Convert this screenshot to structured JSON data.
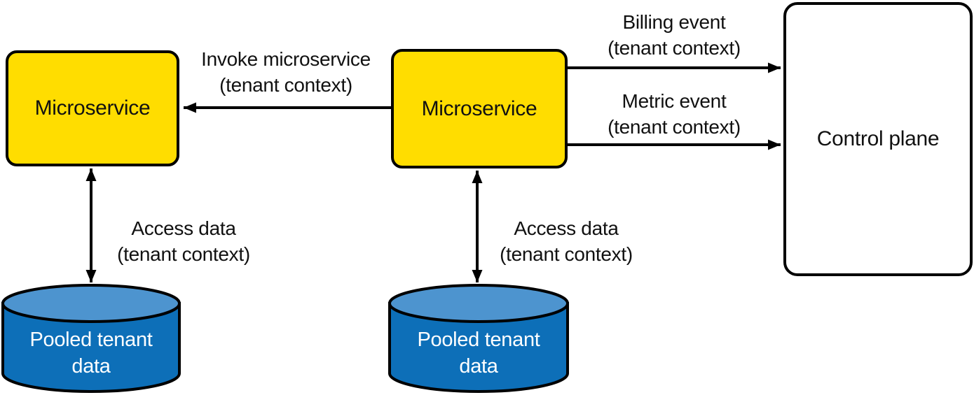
{
  "diagram": {
    "nodes": [
      {
        "id": "microservice-left",
        "type": "box",
        "label": "Microservice",
        "fill": "#FFDD00"
      },
      {
        "id": "microservice-right",
        "type": "box",
        "label": "Microservice",
        "fill": "#FFDD00"
      },
      {
        "id": "control-plane",
        "type": "box",
        "label": "Control plane",
        "fill": "#FFFFFF"
      },
      {
        "id": "pooled-data-left",
        "type": "cylinder",
        "label": "Pooled tenant\ndata",
        "fill": "#0D6FB8"
      },
      {
        "id": "pooled-data-right",
        "type": "cylinder",
        "label": "Pooled tenant\ndata",
        "fill": "#0D6FB8"
      }
    ],
    "edges": [
      {
        "id": "invoke",
        "from": "microservice-right",
        "to": "microservice-left",
        "label": "Invoke microservice\n(tenant context)",
        "arrows": "one-way"
      },
      {
        "id": "billing",
        "from": "microservice-right",
        "to": "control-plane",
        "label": "Billing event\n(tenant context)",
        "arrows": "one-way"
      },
      {
        "id": "metric",
        "from": "microservice-right",
        "to": "control-plane",
        "label": "Metric event\n(tenant context)",
        "arrows": "one-way"
      },
      {
        "id": "access-left",
        "from": "microservice-left",
        "to": "pooled-data-left",
        "label": "Access data\n(tenant context)",
        "arrows": "two-way"
      },
      {
        "id": "access-right",
        "from": "microservice-right",
        "to": "pooled-data-right",
        "label": "Access data\n(tenant context)",
        "arrows": "two-way"
      }
    ],
    "colors": {
      "node_yellow": "#FFDD00",
      "cylinder_body": "#0D6FB8",
      "cylinder_top": "#4D94CF",
      "stroke": "#000000",
      "text": "#111111",
      "cylinder_text": "#FFFFFF",
      "background": "#FFFFFF"
    }
  }
}
